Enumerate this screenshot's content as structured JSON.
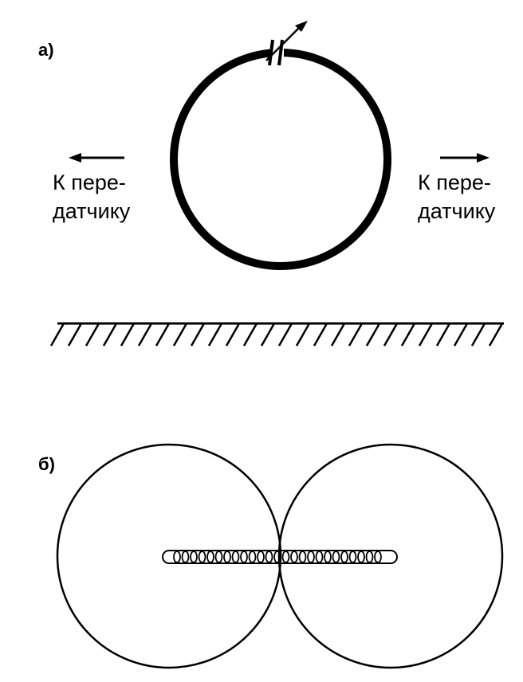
{
  "panel_a": {
    "label": "а)",
    "left_label": {
      "line1": "К пере-",
      "line2": "датчику"
    },
    "right_label": {
      "line1": "К пере-",
      "line2": "датчику"
    }
  },
  "panel_b": {
    "label": "б)"
  },
  "colors": {
    "ink": "#000000",
    "background": "#ffffff"
  }
}
